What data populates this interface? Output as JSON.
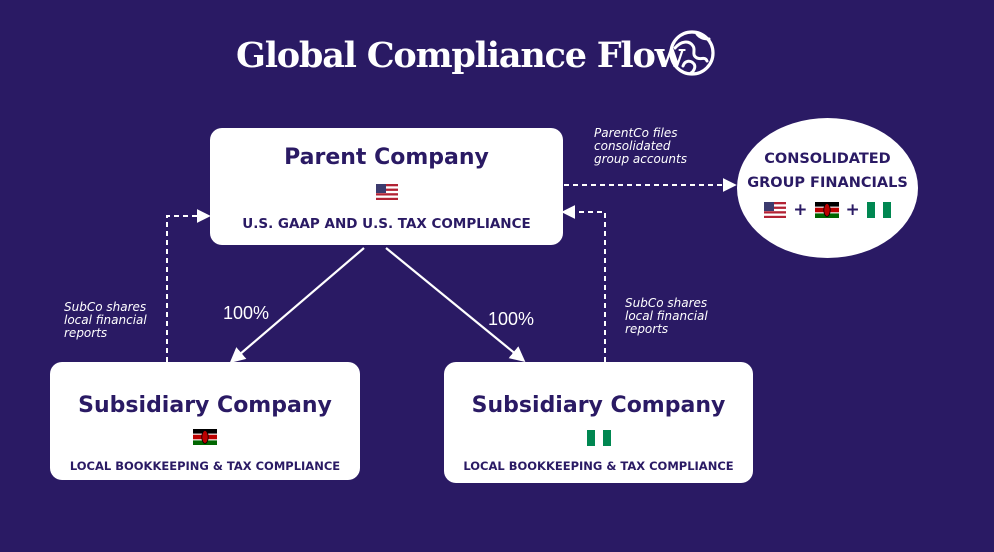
{
  "title": "Global Compliance Flow",
  "title_icon": "globe-icon",
  "parent": {
    "name": "Parent Company",
    "flag": "us-flag-icon",
    "compliance": "U.S. GAAP AND U.S. TAX COMPLIANCE"
  },
  "subsidiary_kenya": {
    "name": "Subsidiary Company",
    "flag": "kenya-flag-icon",
    "compliance": "LOCAL BOOKKEEPING & TAX COMPLIANCE"
  },
  "subsidiary_nigeria": {
    "name": "Subsidiary Company",
    "flag": "nigeria-flag-icon",
    "compliance": "LOCAL BOOKKEEPING & TAX COMPLIANCE"
  },
  "consolidated": {
    "name": "CONSOLIDATED\nGROUP FINANCIALS",
    "plus_1": "+",
    "plus_2": "+"
  },
  "ownership": {
    "left_percent": "100%",
    "right_percent": "100%"
  },
  "notes": {
    "left_report": "SubCo shares\nlocal financial\nreports",
    "right_report": "SubCo shares\nlocal financial\nreports",
    "parent_files": "ParentCo files\nconsolidated\ngroup accounts"
  },
  "colors": {
    "background": "#2a1a64",
    "box": "#ffffff",
    "text": "#2a1a64"
  }
}
